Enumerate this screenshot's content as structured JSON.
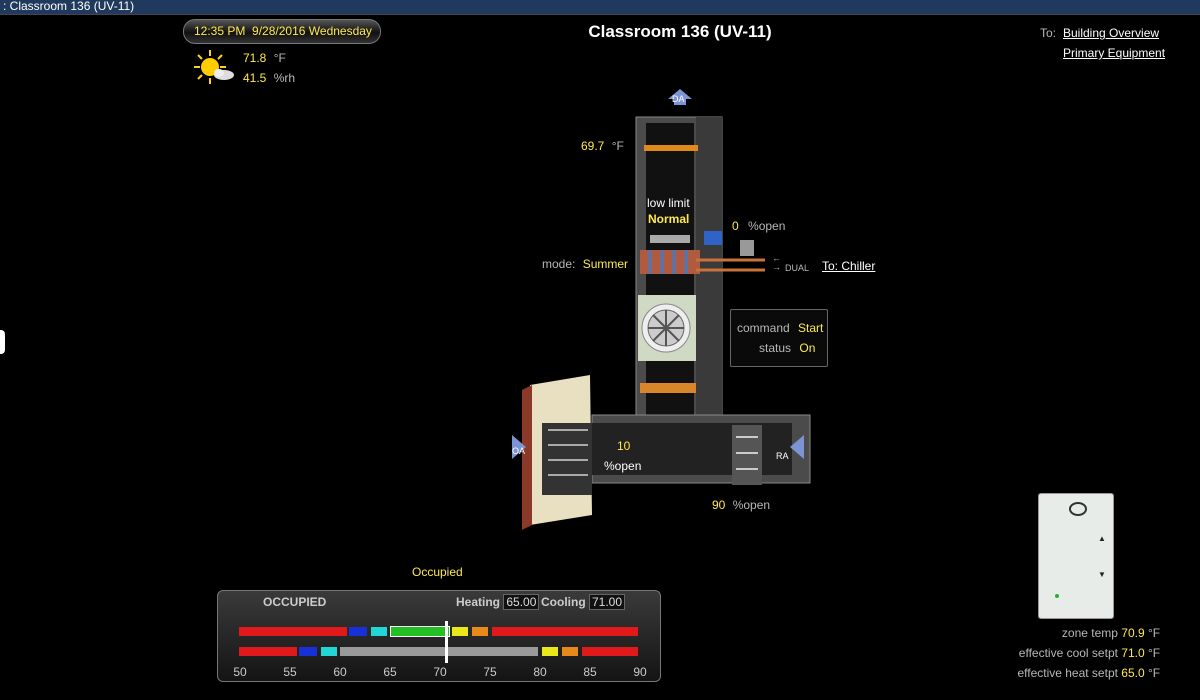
{
  "window": {
    "title": ": Classroom 136 (UV-11)"
  },
  "header": {
    "time": "12:35 PM",
    "date": "9/28/2016",
    "weekday": "Wednesday",
    "page_title": "Classroom 136 (UV-11)",
    "nav_prefix": "To:",
    "nav_links": [
      "Building Overview",
      "Primary Equipment"
    ]
  },
  "weather": {
    "temp": "71.8",
    "temp_unit": "°F",
    "humidity": "41.5",
    "humidity_unit": "%rh",
    "icon": "sun-cloud-icon"
  },
  "unit": {
    "da_label": "DA",
    "oa_label": "OA",
    "ra_label": "RA",
    "discharge_temp": "69.7",
    "discharge_temp_unit": "°F",
    "low_limit_label": "low limit",
    "low_limit_status": "Normal",
    "valve_open": "0",
    "valve_open_unit": "%open",
    "mode_label": "mode:",
    "mode_value": "Summer",
    "dual_label": "DUAL",
    "chiller_link": "To: Chiller",
    "command_label": "command",
    "command_value": "Start",
    "status_label": "status",
    "status_value": "On",
    "oa_damper_value": "10",
    "oa_damper_unit": "%open",
    "ra_damper_value": "90",
    "ra_damper_unit": "%open"
  },
  "occupancy": {
    "status_text": "Occupied",
    "panel_label": "OCCUPIED",
    "heating_label": "Heating",
    "heating_value": "65.00",
    "cooling_label": "Cooling",
    "cooling_value": "71.00",
    "scale_ticks": [
      "50",
      "55",
      "60",
      "65",
      "70",
      "75",
      "80",
      "85",
      "90"
    ]
  },
  "zone": {
    "zone_temp_label": "zone temp",
    "zone_temp": "70.9",
    "cool_setpt_label": "effective cool setpt",
    "cool_setpt": "71.0",
    "heat_setpt_label": "effective heat setpt",
    "heat_setpt": "65.0",
    "unit": "°F"
  },
  "colors": {
    "accent_yellow": "#ffe94d",
    "titlebar": "#203a5e"
  }
}
